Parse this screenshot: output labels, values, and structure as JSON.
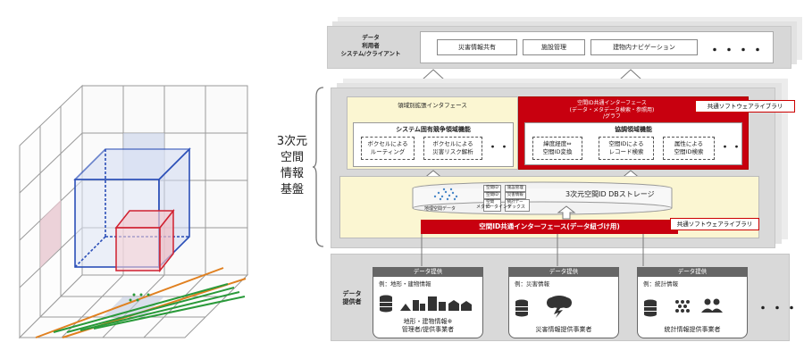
{
  "left_label": [
    "3次元",
    "空間",
    "情報",
    "基盤"
  ],
  "data_users": {
    "title_lines": [
      "データ",
      "利用者",
      "システム/クライアント"
    ],
    "apps": [
      "災害情報共有",
      "施設管理",
      "建物内ナビゲーション"
    ],
    "more": "・・・・"
  },
  "domain_if": {
    "title": "領域別拡張インタフェース",
    "competitive_title": "システム固有競争領域機能",
    "items": [
      [
        "ボクセルによる",
        "ルーティング"
      ],
      [
        "ボクセルによる",
        "災害リスク解析"
      ]
    ],
    "more": "・・"
  },
  "common_if": {
    "title_lines": [
      "空間ID共通インターフェース",
      "(データ・メタデータ検索・参照用)",
      "/グラフ"
    ],
    "library": "共通ソフトウェアライブラリ",
    "coop_title": "協調領域機能",
    "items": [
      [
        "緯度経度⇔",
        "空間ID変換"
      ],
      [
        "空間IDによる",
        "レコード検索"
      ],
      [
        "属性による",
        "空間ID検索"
      ]
    ],
    "more": "・・"
  },
  "storage": {
    "title": "3次元空間ID DBストレージ",
    "left_caption": "地理空間データ",
    "meta_caption": "メタデータインデックス",
    "meta_rows": [
      [
        "空間ID",
        "施設管理"
      ],
      [
        "空間ID",
        "災害情報"
      ],
      [
        "空間ID",
        "統計データ"
      ]
    ],
    "bottom_if": "空間ID共通インターフェース(データ紐づけ用)",
    "library": "共通ソフトウェアライブラリ"
  },
  "providers": {
    "side_label": [
      "データ",
      "提供者"
    ],
    "tab": "データ提供",
    "cards": [
      {
        "example": "例：地形・建物情報",
        "provider_lines": [
          "地形・建物情報※",
          "管理者/提供事業者"
        ]
      },
      {
        "example": "例：災害情報",
        "provider_lines": [
          "災害情報提供事業者"
        ]
      },
      {
        "example": "例：統計情報",
        "provider_lines": [
          "統計情報提供事業者"
        ]
      }
    ],
    "more": "・・・・"
  }
}
